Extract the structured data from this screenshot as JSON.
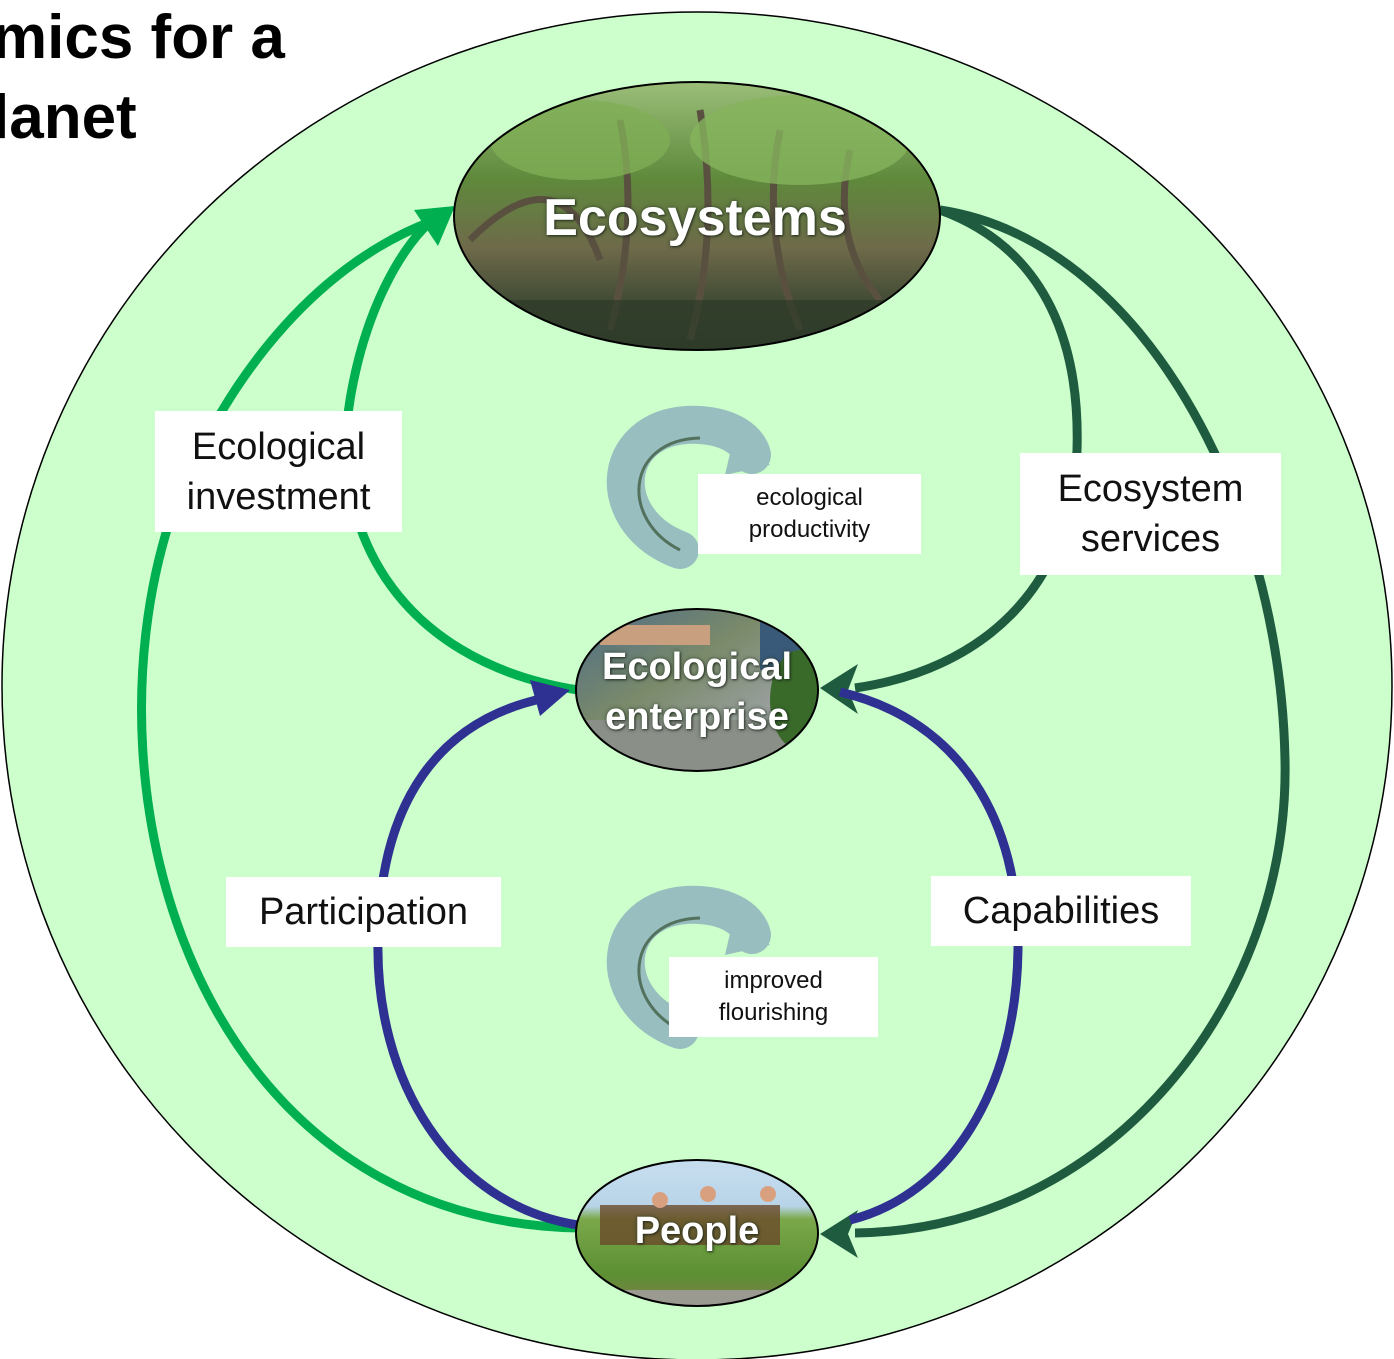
{
  "title": {
    "line1": "mics for a",
    "line2": "lanet"
  },
  "nodes": {
    "ecosystems": "Ecosystems",
    "enterprise_line1": "Ecological",
    "enterprise_line2": "enterprise",
    "people": "People"
  },
  "flows": {
    "ecological_investment_line1": "Ecological",
    "ecological_investment_line2": "investment",
    "ecosystem_services_line1": "Ecosystem",
    "ecosystem_services_line2": "services",
    "participation": "Participation",
    "capabilities": "Capabilities"
  },
  "cycles": {
    "ecological_productivity_line1": "ecological",
    "ecological_productivity_line2": "productivity",
    "improved_flourishing_line1": "improved",
    "improved_flourishing_line2": "flourishing"
  },
  "colors": {
    "background_circle": "#ccffcc",
    "investment_arrow": "#00b050",
    "services_arrow": "#1f5c3f",
    "people_arrow": "#2e3192",
    "cycle_arrow": "#8fb3bd"
  }
}
